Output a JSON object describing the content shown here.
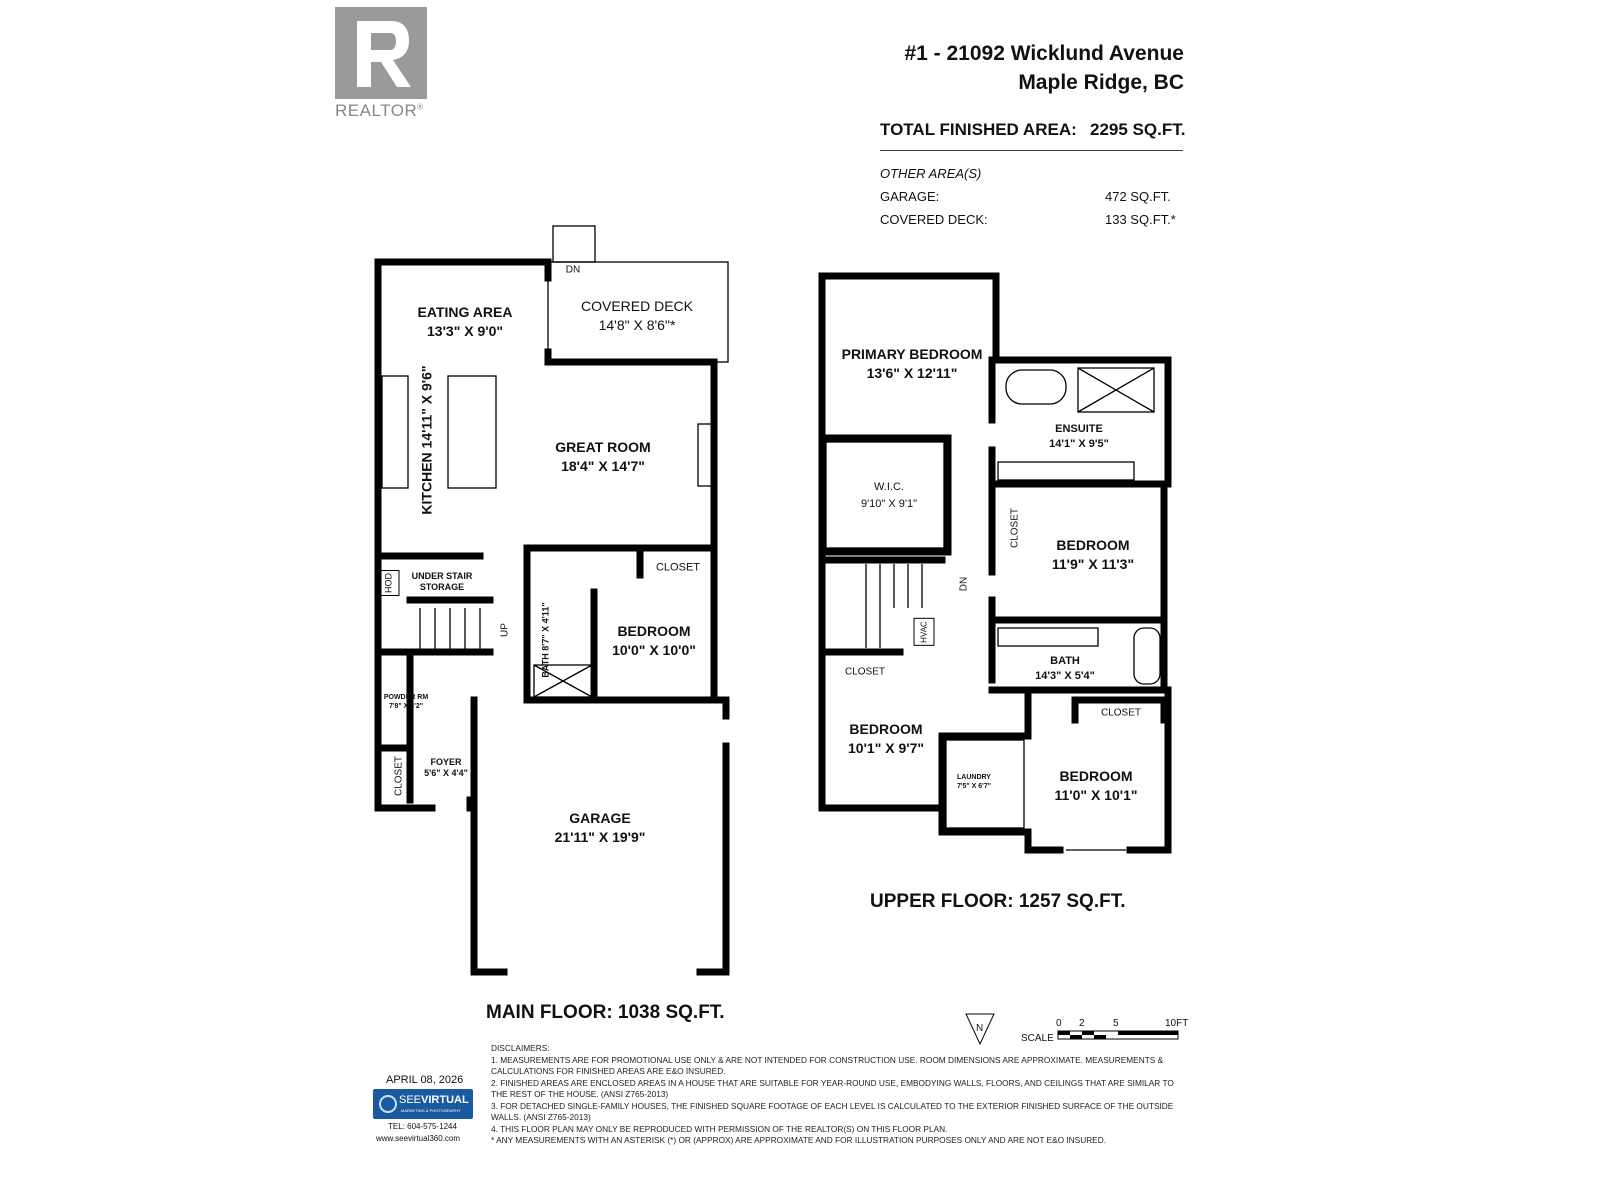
{
  "logo": {
    "text": "REALTOR",
    "mark": "®"
  },
  "address": {
    "line1": "#1 - 21092 Wicklund Avenue",
    "line2": "Maple Ridge, BC"
  },
  "total_area": {
    "label": "TOTAL FINISHED AREA:",
    "value": "2295 SQ.FT."
  },
  "other_areas": {
    "title": "OTHER AREA(S)",
    "items": [
      {
        "label": "GARAGE:",
        "value": "472 SQ.FT."
      },
      {
        "label": "COVERED DECK:",
        "value": "133 SQ.FT.*"
      }
    ]
  },
  "main_floor": {
    "label": "MAIN FLOOR: 1038 SQ.FT.",
    "rooms": [
      {
        "name": "EATING AREA",
        "dim": "13'3\" X 9'0\""
      },
      {
        "name": "COVERED DECK",
        "dim": "14'8\" X 8'6\"*"
      },
      {
        "name": "KITCHEN",
        "dim": "14'11\" X 9'6\""
      },
      {
        "name": "GREAT ROOM",
        "dim": "18'4\" X 14'7\""
      },
      {
        "name": "UNDER STAIR",
        "dim": "STORAGE"
      },
      {
        "name": "CLOSET",
        "dim": ""
      },
      {
        "name": "BATH",
        "dim": "8'7\" X 4'11\""
      },
      {
        "name": "BEDROOM",
        "dim": "10'0\" X 10'0\""
      },
      {
        "name": "POWDER RM",
        "dim": "7'8\" X 3'2\""
      },
      {
        "name": "FOYER",
        "dim": "5'6\" X 4'4\""
      },
      {
        "name": "CLOSET",
        "dim": ""
      },
      {
        "name": "GARAGE",
        "dim": "21'11\" X 19'9\""
      }
    ],
    "marks": {
      "dn": "DN",
      "up": "UP",
      "hod": "HOD"
    }
  },
  "upper_floor": {
    "label": "UPPER FLOOR: 1257 SQ.FT.",
    "rooms": [
      {
        "name": "PRIMARY BEDROOM",
        "dim": "13'6\" X 12'11\""
      },
      {
        "name": "ENSUITE",
        "dim": "14'1\" X 9'5\""
      },
      {
        "name": "W.I.C.",
        "dim": "9'10\" X 9'1\""
      },
      {
        "name": "CLOSET",
        "dim": ""
      },
      {
        "name": "BEDROOM",
        "dim": "11'9\" X 11'3\""
      },
      {
        "name": "BATH",
        "dim": "14'3\" X 5'4\""
      },
      {
        "name": "CLOSET",
        "dim": ""
      },
      {
        "name": "BEDROOM",
        "dim": "10'1\" X 9'7\""
      },
      {
        "name": "LAUNDRY",
        "dim": "7'5\" X 6'7\""
      },
      {
        "name": "CLOSET",
        "dim": ""
      },
      {
        "name": "BEDROOM",
        "dim": "11'0\" X 10'1\""
      }
    ],
    "marks": {
      "dn": "DN",
      "hvac": "HVAC"
    }
  },
  "compass": {
    "label": "N"
  },
  "scale": {
    "label": "SCALE",
    "ticks": [
      "0",
      "2",
      "5",
      "10FT"
    ]
  },
  "date": "APRIL 08, 2026",
  "company": {
    "name_a": "SEE",
    "name_b": "VIRTUAL",
    "tagline": "MARKETING & PHOTOGRAPHY",
    "tel": "TEL: 604-575-1244",
    "web": "www.seevirtual360.com",
    "color": "#1a5aa0"
  },
  "disclaimers": {
    "title": "DISCLAIMERS:",
    "items": [
      "1. MEASUREMENTS ARE FOR PROMOTIONAL USE ONLY & ARE NOT INTENDED FOR CONSTRUCTION USE. ROOM DIMENSIONS ARE APPROXIMATE. MEASUREMENTS & CALCULATIONS FOR FINISHED AREAS ARE E&O INSURED.",
      "2. FINISHED AREAS ARE ENCLOSED AREAS IN A HOUSE THAT ARE SUITABLE FOR YEAR-ROUND USE, EMBODYING WALLS, FLOORS, AND CEILINGS THAT ARE SIMILAR TO THE REST OF THE HOUSE. (ANSI Z765-2013)",
      "3. FOR DETACHED SINGLE-FAMILY HOUSES, THE FINISHED SQUARE FOOTAGE OF EACH LEVEL IS CALCULATED TO THE EXTERIOR FINISHED SURFACE OF THE OUTSIDE WALLS. (ANSI Z765-2013)",
      "4. THIS FLOOR PLAN MAY ONLY BE REPRODUCED WITH PERMISSION OF THE REALTOR(S) ON THIS FLOOR PLAN.",
      "* ANY MEASUREMENTS WITH AN ASTERISK (*) OR (APPROX) ARE APPROXIMATE AND FOR ILLUSTRATION PURPOSES ONLY AND ARE NOT E&O INSURED."
    ]
  }
}
